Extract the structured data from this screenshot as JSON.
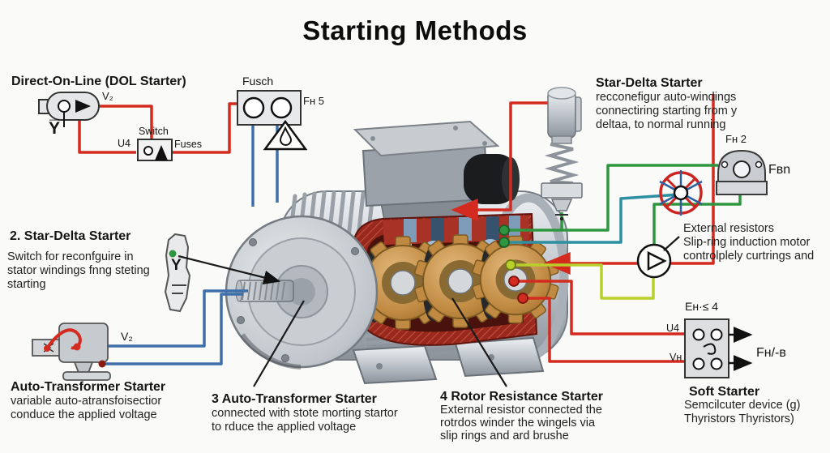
{
  "title": "Starting Methods",
  "colors": {
    "wire_red": "#d42b20",
    "wire_blue": "#3f6fa8",
    "wire_green": "#2f9640",
    "wire_teal": "#2e8fa3",
    "wire_lime": "#b9cf2c",
    "component_gray": "#e4e6e8",
    "copper": "#c08a42",
    "cutaway_red": "#99291c"
  },
  "dol": {
    "heading": "Direct-On-Line (DOL Starter)",
    "v2": "V₂",
    "y": "Y̅",
    "switch_label": "Switch",
    "u4": "U4",
    "fuses": "Fuses"
  },
  "fuse_box": {
    "label": "Fusch",
    "rating": "Fн 5"
  },
  "star_delta_right": {
    "heading": "Star-Delta Starter",
    "line1": "recconefigur auto-windings",
    "line2": "connectiring starting from y",
    "line3": "deltaa, to normal running",
    "f2": "Fн 2",
    "fbn": "Fвn"
  },
  "star_delta_left": {
    "heading": "2. Star-Delta Starter",
    "line1": "Switch for reconfguire in",
    "line2": "stator windings fnng steting",
    "line3": "starting",
    "y": "Y"
  },
  "external_resistors": {
    "line1": "External resistors",
    "line2": "Slip-ring induction motor",
    "line3": "controlplely curtrings and"
  },
  "auto_transformer": {
    "heading": "Auto-Transformer Starter",
    "line1": "variable auto-atransfoisectior",
    "line2": "conduce the applied voltage",
    "v2": "V₂"
  },
  "auto_transformer3": {
    "heading": "3 Auto-Transformer Starter",
    "line1": "connected with stote morting startor",
    "line2": "to rduce the applied voltage"
  },
  "rotor_resistance": {
    "heading": "4 Rotor Resistance Starter",
    "line1": "External resistor connected the",
    "line2": "rotrdos winder the wingels via",
    "line3": "slip rings and ard brushe"
  },
  "soft_starter": {
    "heading": "Soft Starter",
    "line1": "Semcilcuter device (g)",
    "line2": "Thyristors Thyristors)",
    "label": "Eн·≤ 4",
    "u4": "U4",
    "vn": "Vн",
    "fb": "Fн/-в"
  }
}
